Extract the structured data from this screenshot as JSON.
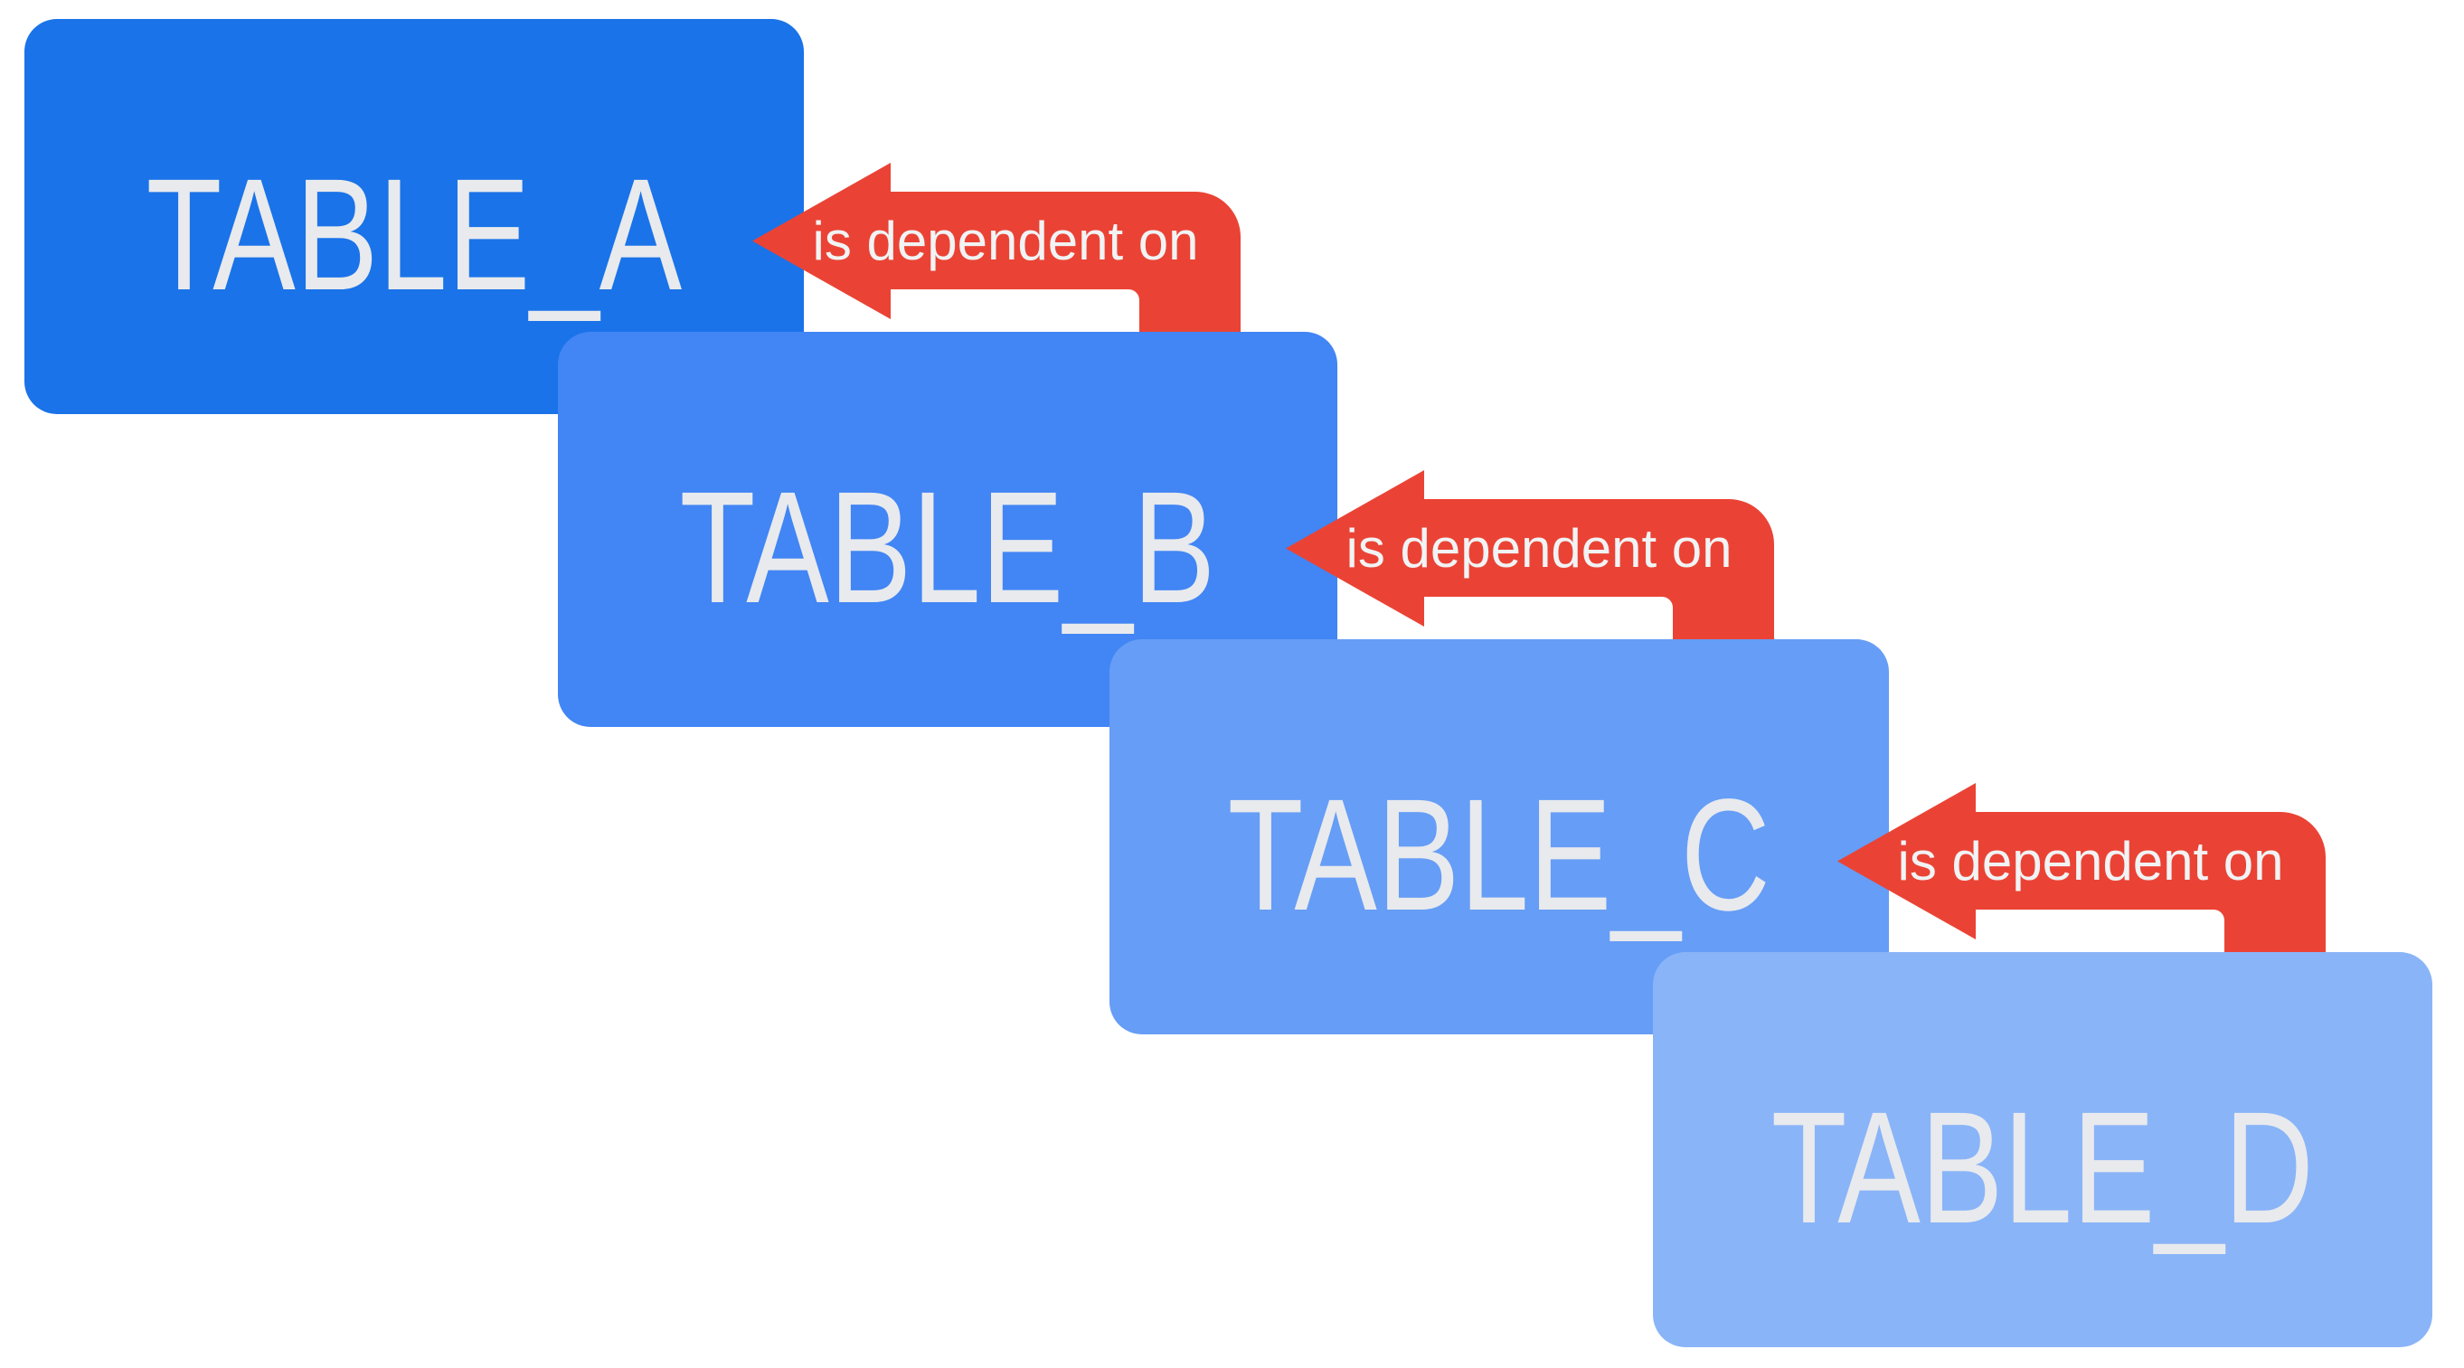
{
  "diagram": {
    "background_color": "#FFFFFF",
    "description": "Table dependency chain diagram",
    "tables": [
      {
        "id": "table-a",
        "label": "TABLE_A",
        "fill_color": "#1A73E8",
        "label_color": "#E8EAED"
      },
      {
        "id": "table-b",
        "label": "TABLE_B",
        "fill_color": "#4285F4",
        "label_color": "#E8EAED"
      },
      {
        "id": "table-c",
        "label": "TABLE_C",
        "fill_color": "#669DF6",
        "label_color": "#E8EAED"
      },
      {
        "id": "table-d",
        "label": "TABLE_D",
        "fill_color": "#8AB4F8",
        "label_color": "#E8EAED"
      }
    ],
    "arrows": [
      {
        "id": "arrow-1",
        "label": "is dependent on",
        "source_table": "TABLE_B",
        "target_table": "TABLE_A",
        "fill_color": "#EA4335",
        "label_color": "#F1F3F4"
      },
      {
        "id": "arrow-2",
        "label": "is dependent on",
        "source_table": "TABLE_C",
        "target_table": "TABLE_B",
        "fill_color": "#EA4335",
        "label_color": "#F1F3F4"
      },
      {
        "id": "arrow-3",
        "label": "is dependent on",
        "source_table": "TABLE_D",
        "target_table": "TABLE_C",
        "fill_color": "#EA4335",
        "label_color": "#F1F3F4"
      }
    ]
  }
}
